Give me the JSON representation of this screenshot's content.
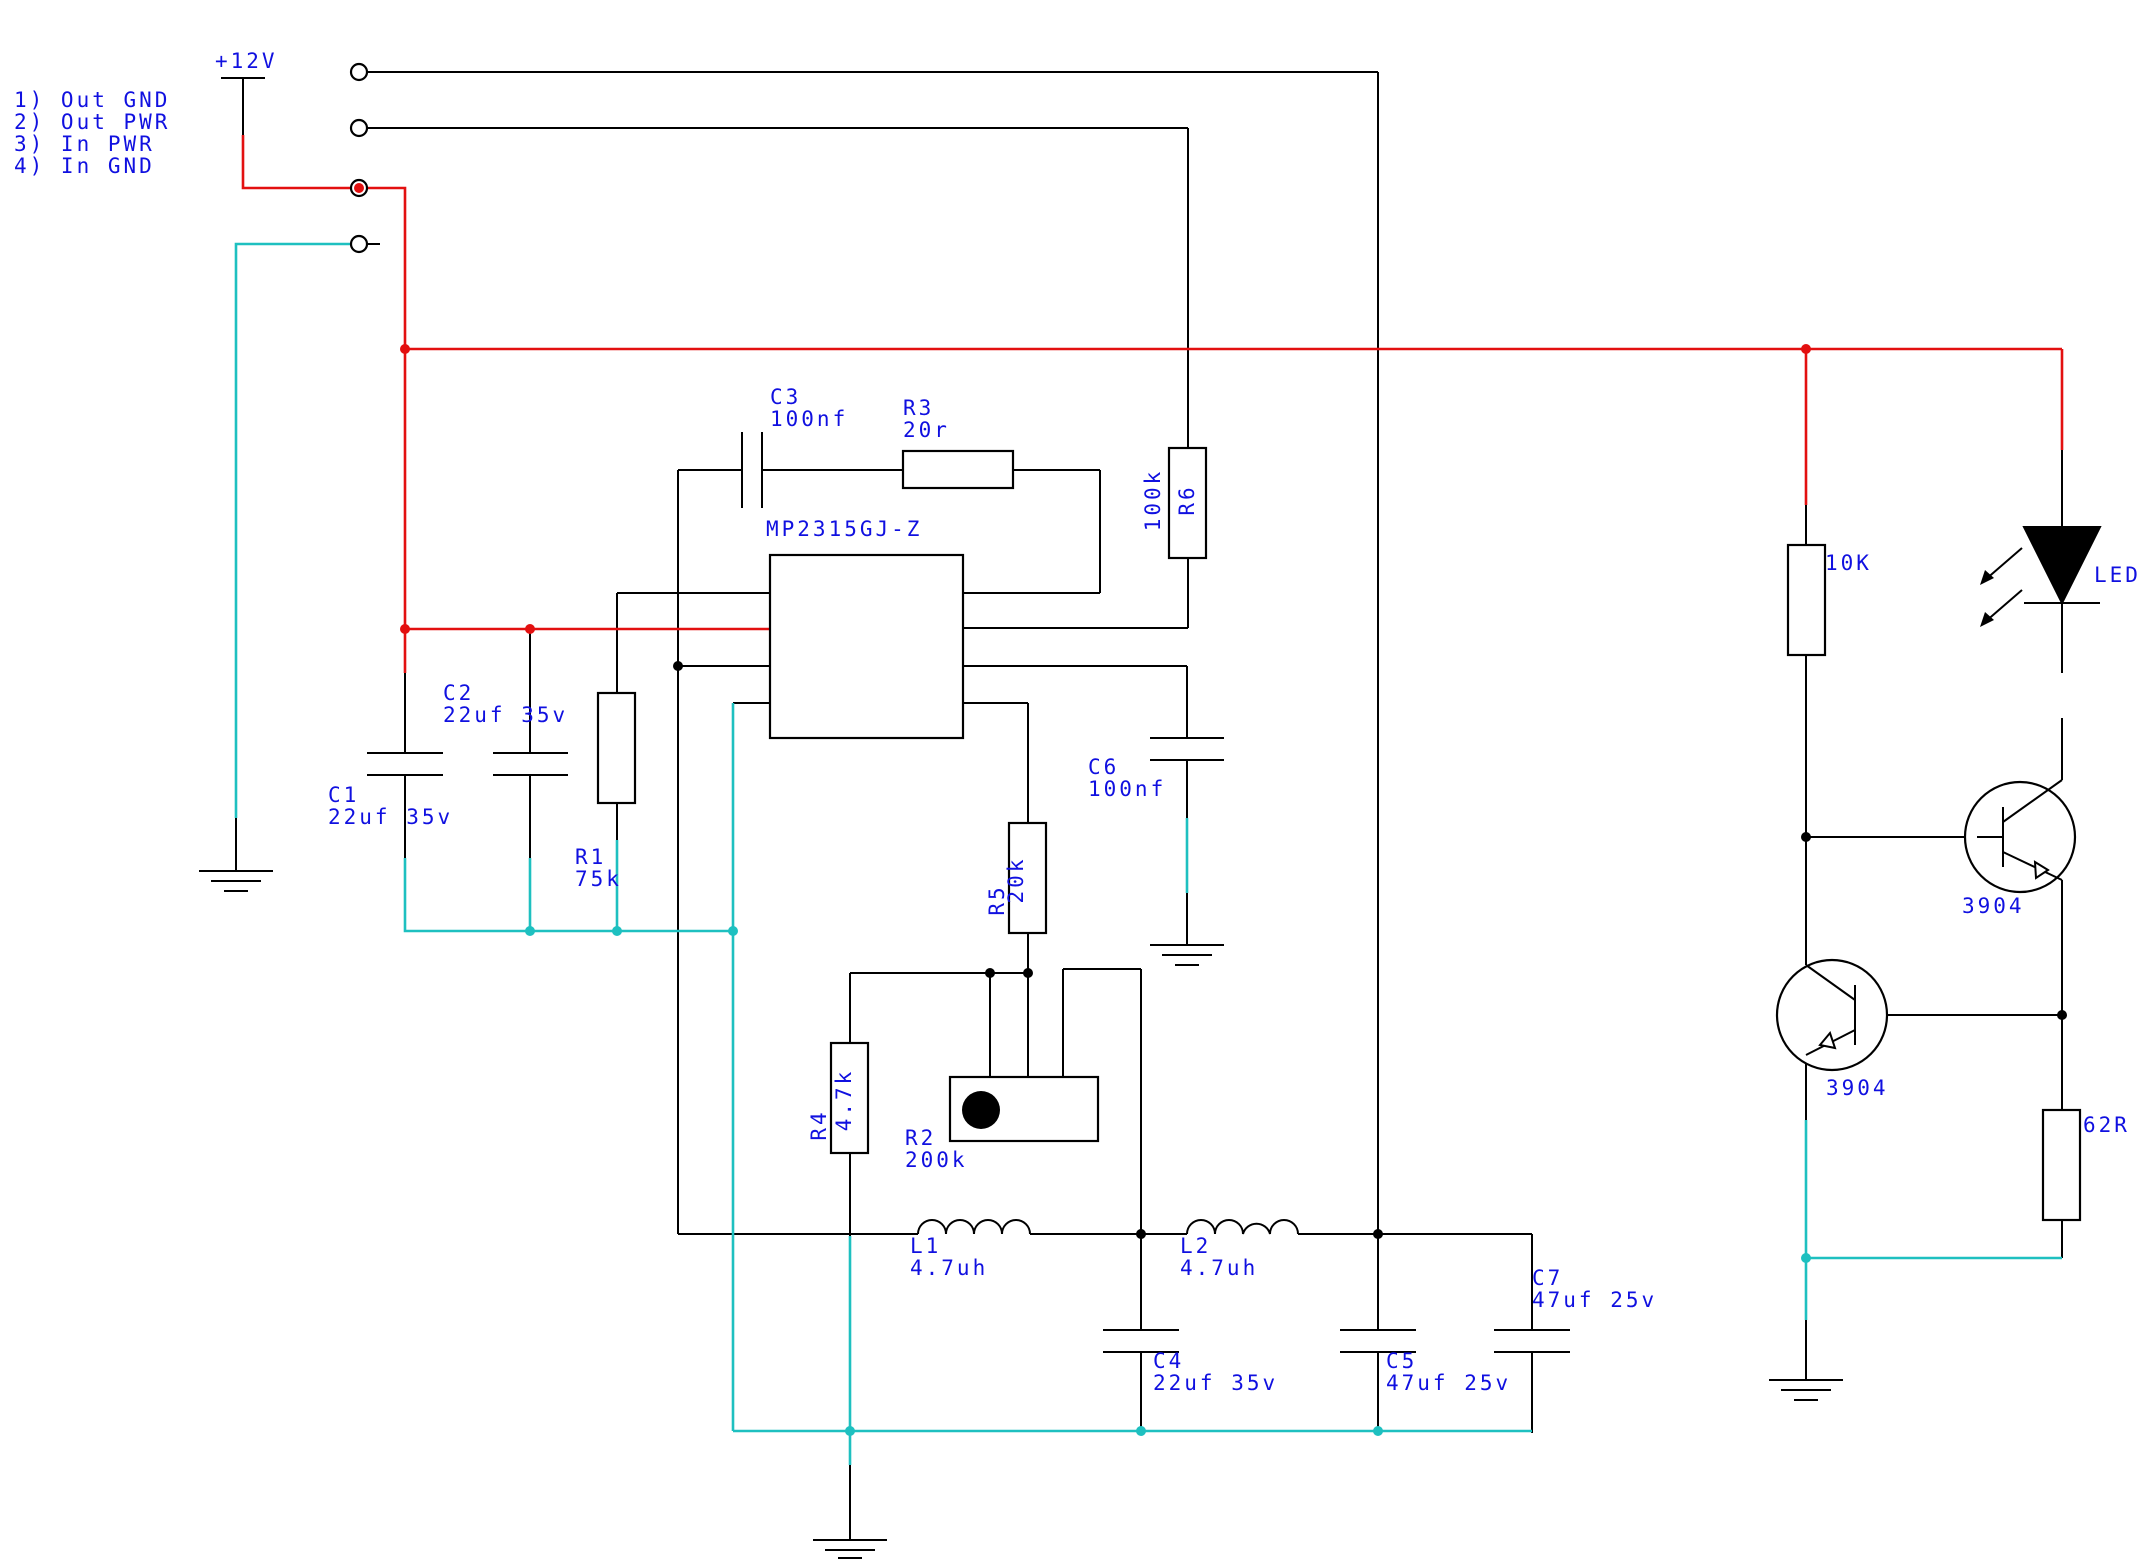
{
  "header": {
    "supply": "+12V",
    "pins": [
      "1) Out GND",
      "2) Out PWR",
      "3) In PWR",
      "4) In GND"
    ]
  },
  "ic": {
    "name": "MP2315GJ-Z"
  },
  "components": {
    "c1": {
      "ref": "C1",
      "value": "22uf 35v"
    },
    "c2": {
      "ref": "C2",
      "value": "22uf 35v"
    },
    "c3": {
      "ref": "C3",
      "value": "100nf"
    },
    "c4": {
      "ref": "C4",
      "value": "22uf 35v"
    },
    "c5": {
      "ref": "C5",
      "value": "47uf 25v"
    },
    "c6": {
      "ref": "C6",
      "value": "100nf"
    },
    "c7": {
      "ref": "C7",
      "value": "47uf 25v"
    },
    "r1": {
      "ref": "R1",
      "value": "75k"
    },
    "r2": {
      "ref": "R2",
      "value": "200k"
    },
    "r3": {
      "ref": "R3",
      "value": "20r"
    },
    "r4": {
      "ref": "R4",
      "value": "4.7k"
    },
    "r5": {
      "ref": "R5",
      "value": "20k"
    },
    "r6": {
      "ref": "R6",
      "value": "100k"
    },
    "l1": {
      "ref": "L1",
      "value": "4.7uh"
    },
    "l2": {
      "ref": "L2",
      "value": "4.7uh"
    },
    "r10k": {
      "value": "10K"
    },
    "r62": {
      "value": "62R"
    },
    "led": {
      "value": "LED"
    },
    "q1": {
      "value": "3904"
    },
    "q2": {
      "value": "3904"
    }
  },
  "colors": {
    "wire": "#000000",
    "power_wire": "#e31010",
    "ground_wire": "#1ec0c0",
    "label": "#1010e0"
  }
}
